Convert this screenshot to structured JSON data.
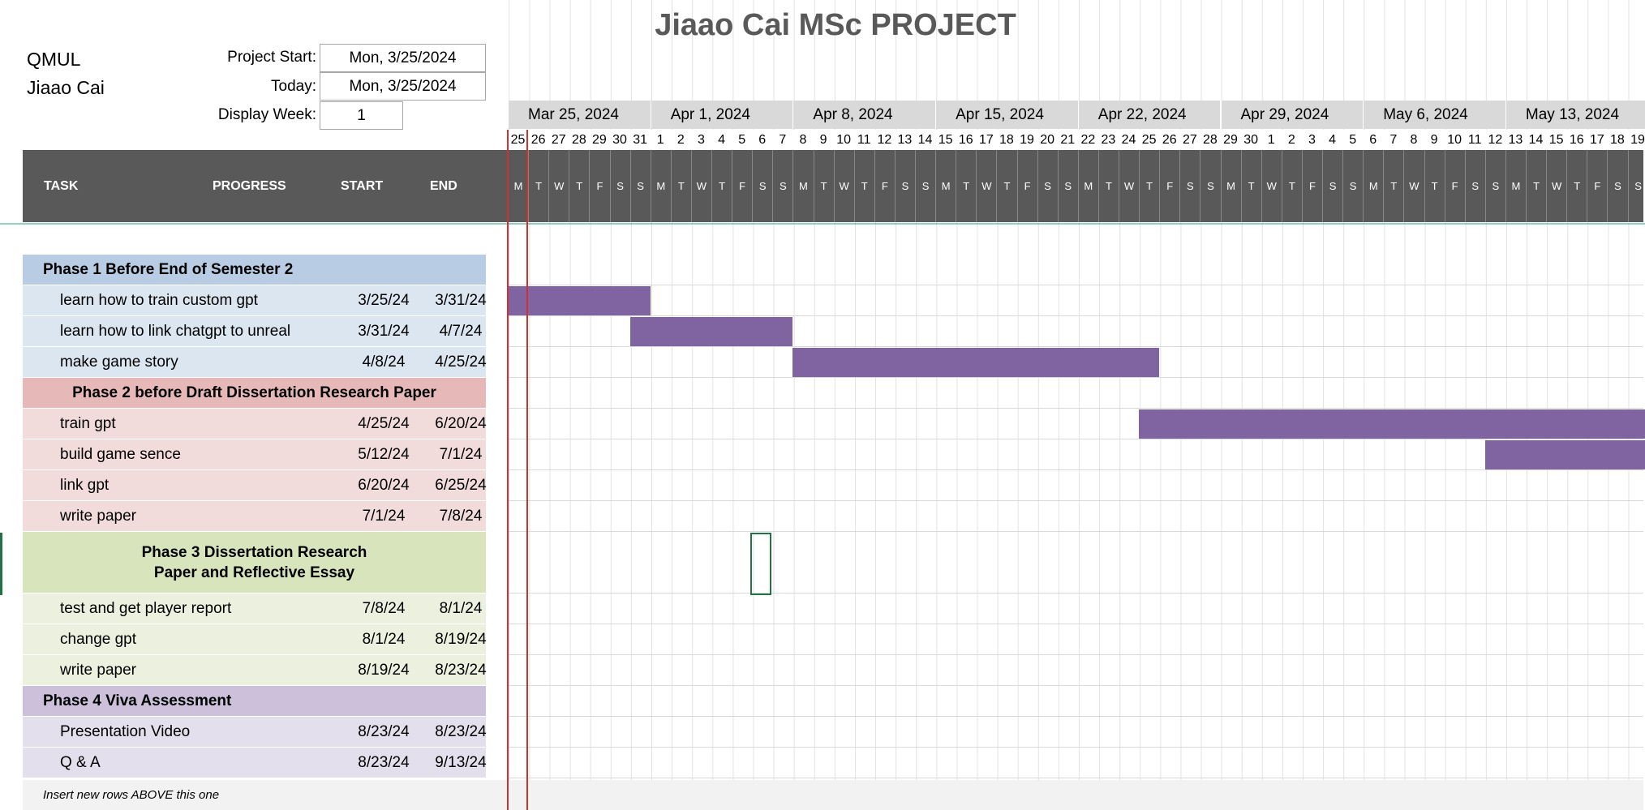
{
  "title": "Jiaao Cai MSc PROJECT",
  "org": "QMUL",
  "author": "Jiaao Cai",
  "fields": {
    "project_start_label": "Project Start:",
    "project_start": "Mon, 3/25/2024",
    "today_label": "Today:",
    "today": "Mon, 3/25/2024",
    "display_week_label": "Display Week:",
    "display_week": "1"
  },
  "columns": {
    "task": "TASK",
    "progress": "PROGRESS",
    "start": "START",
    "end": "END"
  },
  "weeks": [
    "Mar 25, 2024",
    "Apr 1, 2024",
    "Apr 8, 2024",
    "Apr 15, 2024",
    "Apr 22, 2024",
    "Apr 29, 2024",
    "May 6, 2024",
    "May 13, 2024"
  ],
  "days": [
    "25",
    "26",
    "27",
    "28",
    "29",
    "30",
    "31",
    "1",
    "2",
    "3",
    "4",
    "5",
    "6",
    "7",
    "8",
    "9",
    "10",
    "11",
    "12",
    "13",
    "14",
    "15",
    "16",
    "17",
    "18",
    "19",
    "20",
    "21",
    "22",
    "23",
    "24",
    "25",
    "26",
    "27",
    "28",
    "29",
    "30",
    "1",
    "2",
    "3",
    "4",
    "5",
    "6",
    "7",
    "8",
    "9",
    "10",
    "11",
    "12",
    "13",
    "14",
    "15",
    "16",
    "17",
    "18",
    "19"
  ],
  "day_letters": [
    "M",
    "T",
    "W",
    "T",
    "F",
    "S",
    "S"
  ],
  "rows": [
    {
      "type": "phase",
      "label": "Phase 1 Before End of Semester 2",
      "color": "#b8cce4"
    },
    {
      "type": "task",
      "label": "learn how to train custom gpt",
      "start": "3/25/24",
      "end": "3/31/24",
      "color": "#dce6f1",
      "bar_start_day": 0,
      "bar_days": 7
    },
    {
      "type": "task",
      "label": "learn how to link chatgpt to unreal",
      "start": "3/31/24",
      "end": "4/7/24",
      "color": "#dce6f1",
      "bar_start_day": 6,
      "bar_days": 8
    },
    {
      "type": "task",
      "label": "make game story",
      "start": "4/8/24",
      "end": "4/25/24",
      "color": "#dce6f1",
      "bar_start_day": 14,
      "bar_days": 18
    },
    {
      "type": "phase",
      "label": "Phase 2 before Draft Dissertation Research Paper",
      "color": "#e6b8b7"
    },
    {
      "type": "task",
      "label": "train gpt",
      "start": "4/25/24",
      "end": "6/20/24",
      "color": "#f2dcdb",
      "bar_start_day": 31,
      "bar_days": 25
    },
    {
      "type": "task",
      "label": "build game sence",
      "start": "5/12/24",
      "end": "7/1/24",
      "color": "#f2dcdb",
      "bar_start_day": 48,
      "bar_days": 8
    },
    {
      "type": "task",
      "label": "link gpt",
      "start": "6/20/24",
      "end": "6/25/24",
      "color": "#f2dcdb"
    },
    {
      "type": "task",
      "label": "write paper",
      "start": "7/1/24",
      "end": "7/8/24",
      "color": "#f2dcdb"
    },
    {
      "type": "phase",
      "label": "Phase 3 Dissertation Research\nPaper and Reflective Essay",
      "color": "#d8e4bc",
      "tall": true
    },
    {
      "type": "task",
      "label": "test and get player report",
      "start": "7/8/24",
      "end": "8/1/24",
      "color": "#ebf1de"
    },
    {
      "type": "task",
      "label": "change gpt",
      "start": "8/1/24",
      "end": "8/19/24",
      "color": "#ebf1de"
    },
    {
      "type": "task",
      "label": "write paper",
      "start": "8/19/24",
      "end": "8/23/24",
      "color": "#ebf1de"
    },
    {
      "type": "phase",
      "label": "Phase 4 Viva Assessment",
      "color": "#ccc0da"
    },
    {
      "type": "task",
      "label": "Presentation Video",
      "start": "8/23/24",
      "end": "8/23/24",
      "color": "#e4dfec"
    },
    {
      "type": "task",
      "label": "Q & A",
      "start": "8/23/24",
      "end": "9/13/24",
      "color": "#e4dfec"
    }
  ],
  "footer_note": "Insert new rows ABOVE this one"
}
